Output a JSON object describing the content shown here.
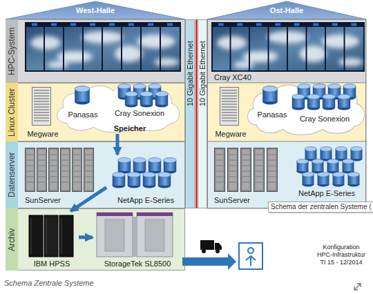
{
  "diagram": {
    "caption": "Schema Zentrale Systeme",
    "nodes": [
      {
        "text": [
          "West-Halle"
        ]
      },
      {
        "text": [
          "HPC-System"
        ],
        "in": 0
      },
      {
        "text": [
          "Linux Cluster"
        ],
        "in": 0
      },
      {
        "text": [
          "Megware"
        ],
        "in": 2
      },
      {
        "text": [
          "Speicher"
        ],
        "in": 2
      },
      {
        "text": [
          "Panasas"
        ],
        "in": 4
      },
      {
        "text": [
          "Cray Sonexion"
        ],
        "in": 4
      },
      {
        "text": [
          "Datenserver"
        ],
        "in": 0
      },
      {
        "text": [
          "SunServer"
        ],
        "in": 7
      },
      {
        "text": [
          "NetApp E-Series"
        ],
        "in": 7
      },
      {
        "text": [
          "Archiv"
        ],
        "in": 0
      },
      {
        "text": [
          "IBM HPSS"
        ],
        "in": 10
      },
      {
        "text": [
          "StorageTek SL8500"
        ],
        "in": 10
      },
      {
        "text": [
          "10 Gigabit Ethernet"
        ]
      },
      {
        "text": [
          "10 Gigabit Ethernet"
        ]
      },
      {
        "text": [
          "Ost-Halle"
        ]
      },
      {
        "text": [
          "Cray XC40"
        ],
        "in": 15
      },
      {
        "text": [
          "Megware"
        ],
        "in": 15
      },
      {
        "text": [
          "Panasas"
        ],
        "in": 15
      },
      {
        "text": [
          "Cray Sonexion"
        ],
        "in": 15
      },
      {
        "text": [
          "SunServer"
        ],
        "in": 15
      },
      {
        "text": [
          "NetApp E-Series"
        ],
        "in": 15
      }
    ],
    "edges": [
      {
        "from": 4,
        "to": 9,
        "arrow": "to"
      },
      {
        "from": 8,
        "to": 11,
        "arrow": "to"
      },
      {
        "from": 11,
        "to": 12,
        "arrow": "to"
      }
    ],
    "labels": [
      "Schema der zentralen Systeme (",
      "Konfiguration",
      "HPC-Infrastruktur",
      "TI 15 - 12/2014"
    ]
  }
}
